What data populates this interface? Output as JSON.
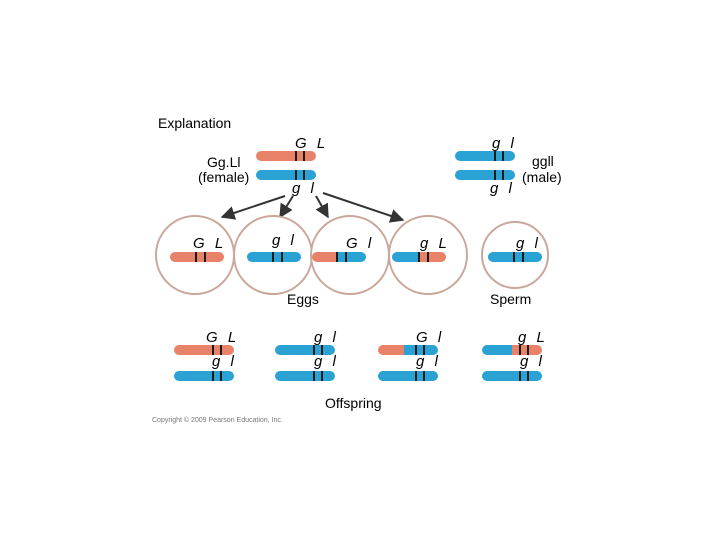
{
  "title": "Explanation",
  "female": {
    "genotype": "Gg.Ll",
    "sex": "(female)",
    "top_label": "G L",
    "bottom_label": "g l"
  },
  "male": {
    "genotype": "ggll",
    "sex": "(male)",
    "top_label": "g l",
    "bottom_label": "g l"
  },
  "eggs": {
    "label": "Eggs",
    "items": [
      "G L",
      "g l",
      "G l",
      "g L"
    ]
  },
  "sperm": {
    "label": "Sperm",
    "items": [
      "g l"
    ]
  },
  "offspring": {
    "label": "Offspring",
    "pairs": [
      [
        "G L",
        "g l"
      ],
      [
        "g l",
        "g l"
      ],
      [
        "G l",
        "g l"
      ],
      [
        "g L",
        "g l"
      ]
    ]
  },
  "copyright": "Copyright © 2009 Pearson Education, Inc.",
  "colors": {
    "maternal": "#e8836a",
    "paternal": "#2aa3d4",
    "band": "#1b1b1b",
    "circle": "#c9a79a"
  }
}
